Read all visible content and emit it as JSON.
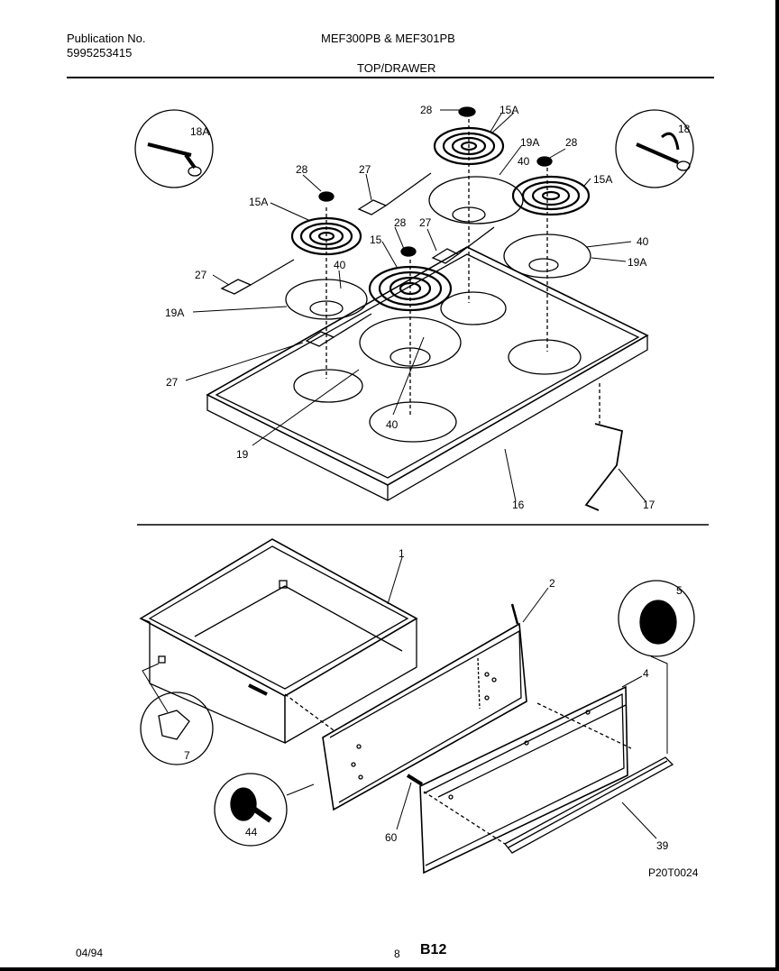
{
  "header": {
    "publication_label": "Publication No.",
    "publication_number": "5995253415",
    "models": "MEF300PB & MEF301PB",
    "section": "TOP/DRAWER"
  },
  "top_callouts": {
    "c28a": "28",
    "c15a_top": "15A",
    "c19a_top": "19A",
    "c28b": "28",
    "c15a_right": "15A",
    "c18a": "18A",
    "c18": "18",
    "c40_top": "40",
    "c28c": "28",
    "c27a": "27",
    "c15a_left": "15A",
    "c28d": "28",
    "c27b": "27",
    "c15": "15",
    "c40_right": "40",
    "c19a_right": "19A",
    "c27c": "27",
    "c40_left": "40",
    "c19a_left": "19A",
    "c27d": "27",
    "c40_bottom": "40",
    "c19": "19",
    "c16": "16",
    "c17": "17"
  },
  "bottom_callouts": {
    "c1": "1",
    "c2": "2",
    "c5": "5",
    "c4": "4",
    "c7": "7",
    "c44": "44",
    "c60": "60",
    "c39": "39"
  },
  "figure_id": "P20T0024",
  "footer": {
    "date": "04/94",
    "sheet": "8",
    "page": "B12"
  }
}
